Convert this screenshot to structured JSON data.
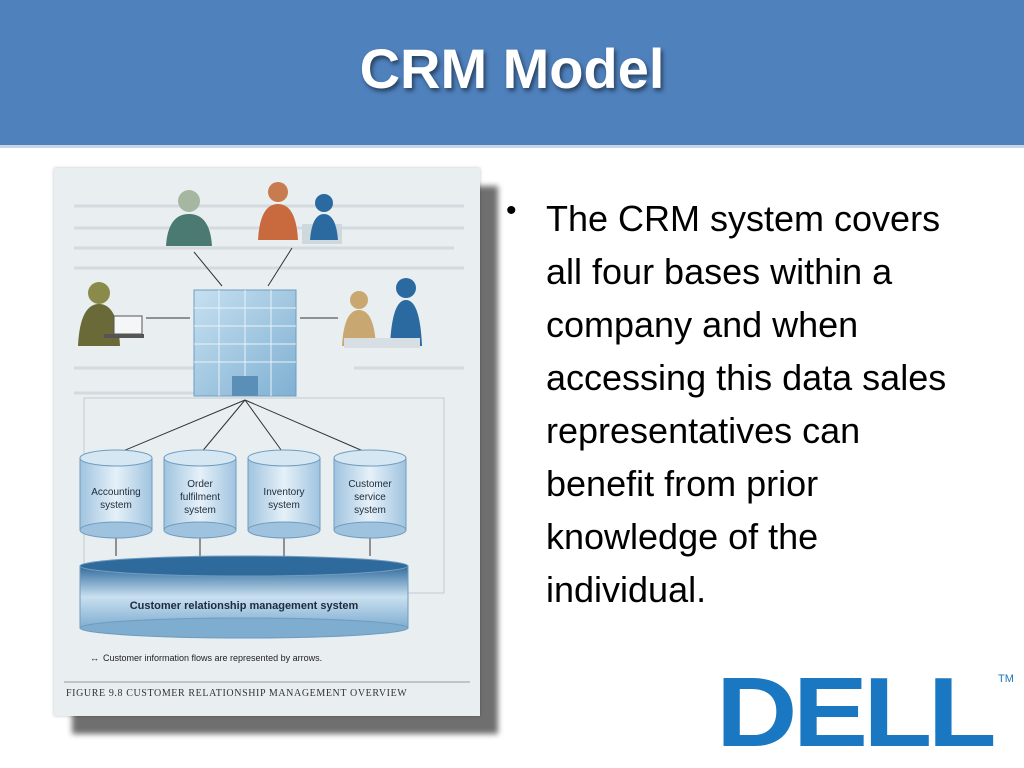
{
  "slide": {
    "title": "CRM Model",
    "bullets": [
      "The CRM system covers all four bases within a company and when accessing this data sales representatives can benefit from prior knowledge of the individual."
    ]
  },
  "figure": {
    "systems": [
      {
        "line1": "Accounting",
        "line2": "system"
      },
      {
        "line1": "Order",
        "line2": "fulfilment",
        "line3": "system"
      },
      {
        "line1": "Inventory",
        "line2": "system"
      },
      {
        "line1": "Customer",
        "line2": "service",
        "line3": "system"
      }
    ],
    "crm_label": "Customer relationship management system",
    "legend": "Customer information flows are represented by arrows.",
    "caption": "FIGURE 9.8  CUSTOMER RELATIONSHIP MANAGEMENT OVERVIEW"
  },
  "logo": {
    "text": "DELL",
    "trademark": "TM",
    "color": "#1a78c2"
  },
  "colors": {
    "title_bar": "#4f81bd",
    "figure_bg": "#e9eef1",
    "cylinder": "#bcd6ea"
  }
}
